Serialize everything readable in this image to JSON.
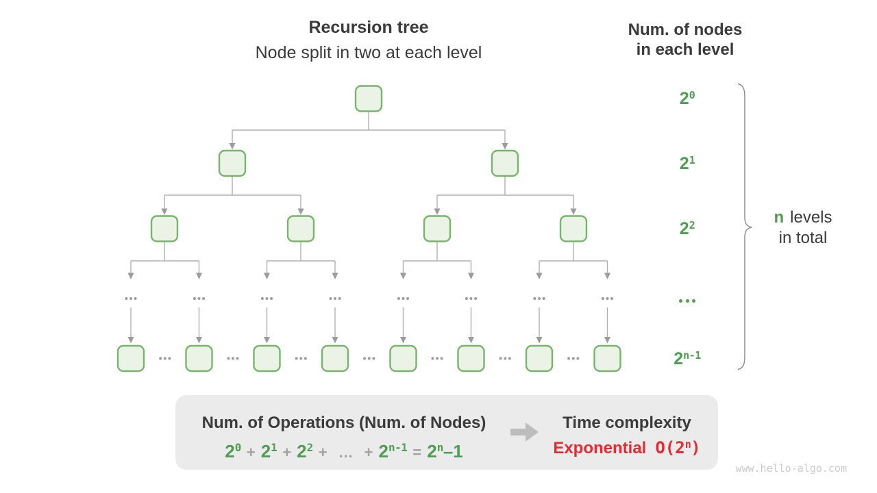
{
  "title": {
    "line1": "Recursion tree",
    "line2": "Node split in two at each level"
  },
  "right_header": {
    "line1": "Num. of nodes",
    "line2": "in each level"
  },
  "level_labels": [
    {
      "base": "2",
      "sup": "0"
    },
    {
      "base": "2",
      "sup": "1"
    },
    {
      "base": "2",
      "sup": "2"
    },
    {
      "ellipsis": true
    },
    {
      "base": "2",
      "sup": "n-1"
    }
  ],
  "tree": {
    "levels": [
      {
        "type": "nodes",
        "count": 1
      },
      {
        "type": "nodes",
        "count": 2
      },
      {
        "type": "nodes",
        "count": 4
      },
      {
        "type": "ellipsis",
        "count": 8
      },
      {
        "type": "nodes",
        "count": 8,
        "interleaved_ellipsis": true
      }
    ],
    "branching": "each node splits into two children"
  },
  "brace_label": {
    "term": "n",
    "line1_rest": "levels",
    "line2": "in total"
  },
  "summary": {
    "operations_title": "Num. of Operations (Num. of Nodes)",
    "formula_tokens": [
      {
        "t": "2",
        "sup": "0",
        "c": "green"
      },
      {
        "t": "+",
        "c": "gray"
      },
      {
        "t": "2",
        "sup": "1",
        "c": "green"
      },
      {
        "t": "+",
        "c": "gray"
      },
      {
        "t": "2",
        "sup": "2",
        "c": "green"
      },
      {
        "t": "+",
        "c": "gray"
      },
      {
        "t": "…",
        "c": "gray"
      },
      {
        "t": "+",
        "c": "gray"
      },
      {
        "t": "2",
        "sup": "n-1",
        "c": "green"
      },
      {
        "t": "=",
        "c": "gray"
      },
      {
        "t": "2",
        "sup": "n",
        "tail": "–1",
        "c": "green"
      }
    ],
    "time_title": "Time complexity",
    "complexity": {
      "word": "Exponential",
      "big_o_pre": "O(2",
      "big_o_sup": "n",
      "big_o_post": ")"
    }
  },
  "watermark": "www.hello-algo.com",
  "colors": {
    "green": "#4f9e53",
    "node_fill": "#eaf3e6",
    "node_border": "#78b56c",
    "line": "#b0b0b0",
    "arrow": "#9c9c9c",
    "dark": "#3b3b3b",
    "gray_op": "#a2a2a2",
    "red": "#e42b30",
    "box_bg": "#ebebeb",
    "watermark": "#cbcbcb",
    "brace": "#8f8f8f",
    "big_arrow": "#bdbdbd"
  }
}
